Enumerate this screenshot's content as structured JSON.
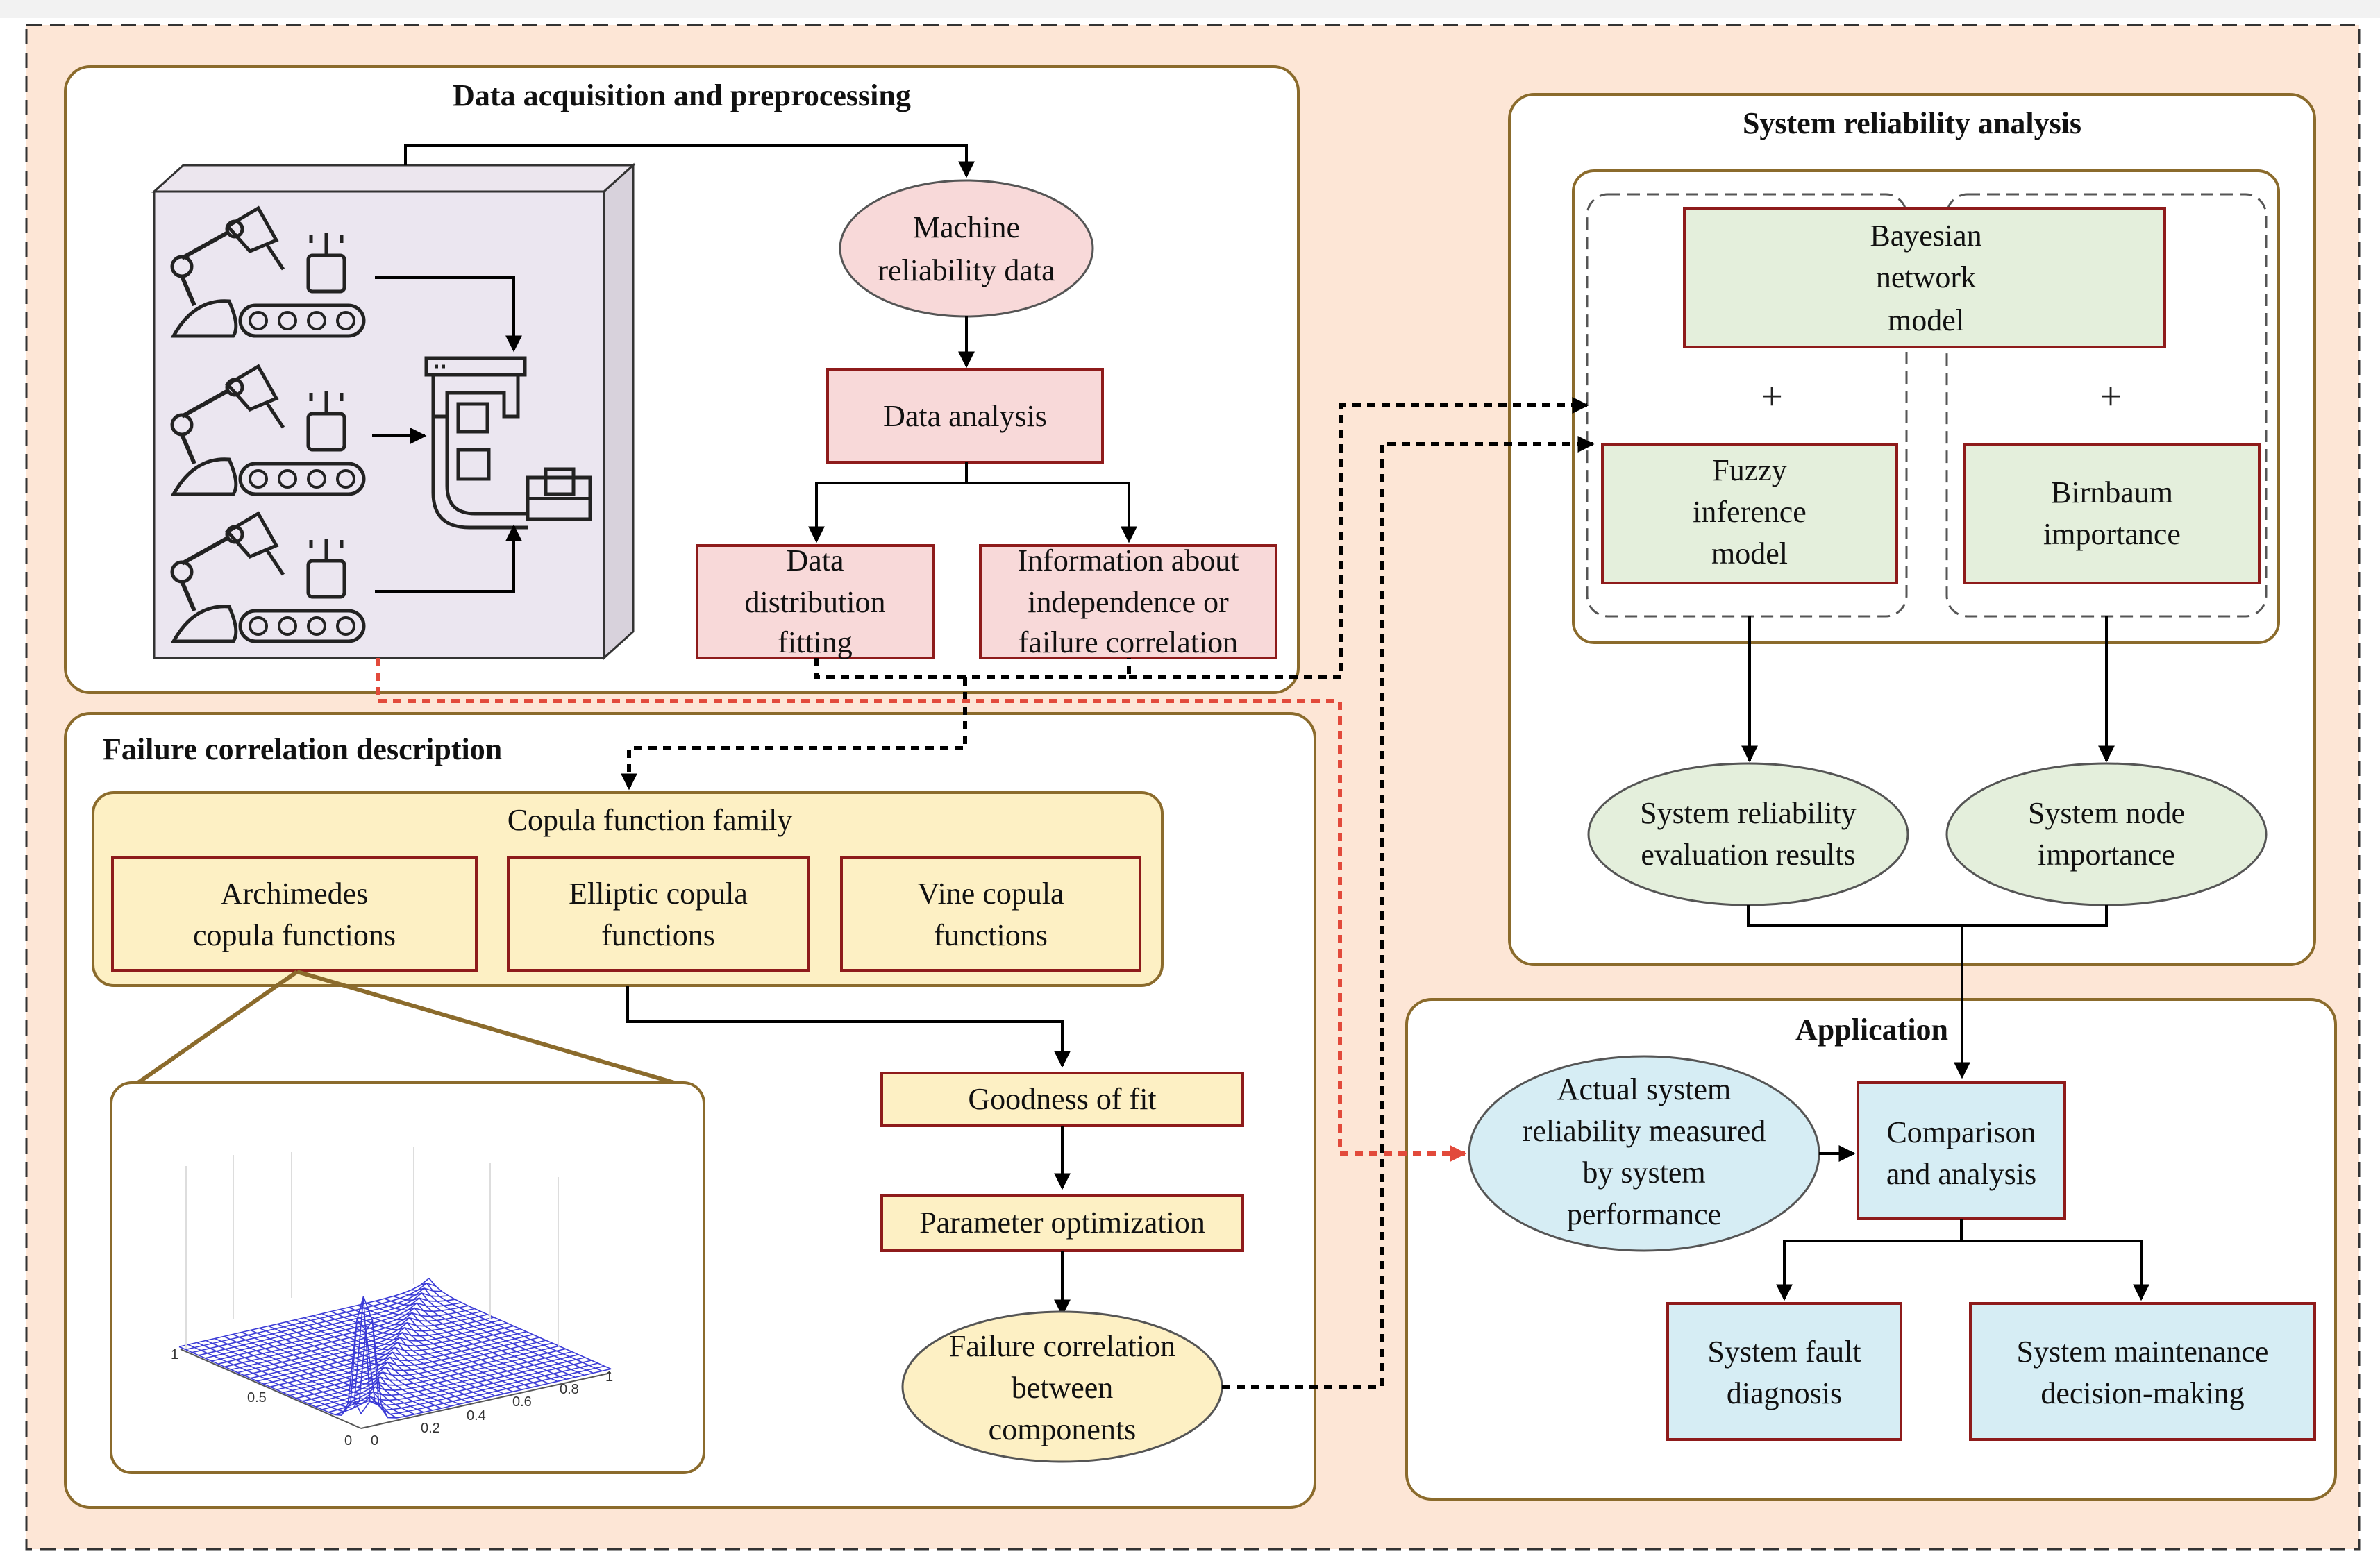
{
  "colors": {
    "background": "#fde6d6",
    "panel_border": "#8b6b2c",
    "pink_fill": "#f8d9d9",
    "green_fill": "#e4efdc",
    "yellow_fill": "#fdf0c4",
    "blue_fill": "#d6edf4",
    "box_border": "#8e1b1b",
    "red_dashed": "#e24a3b"
  },
  "panels": {
    "acquisition": {
      "title": "Data acquisition and preprocessing"
    },
    "reliability": {
      "title": "System reliability analysis"
    },
    "correlation": {
      "title": "Failure correlation description"
    },
    "application": {
      "title": "Application"
    }
  },
  "nodes": {
    "machine_data": [
      "Machine",
      "reliability data"
    ],
    "data_analysis": [
      "Data analysis"
    ],
    "distribution_fitting": [
      "Data",
      "distribution",
      "fitting"
    ],
    "independence_info": [
      "Information about",
      "independence or",
      "failure correlation"
    ],
    "copula_family": [
      "Copula function family"
    ],
    "archimedes": [
      "Archimedes",
      "copula functions"
    ],
    "elliptic": [
      "Elliptic copula",
      "functions"
    ],
    "vine": [
      "Vine copula",
      "functions"
    ],
    "goodness_of_fit": [
      "Goodness of fit"
    ],
    "parameter_optimization": [
      "Parameter optimization"
    ],
    "failure_correlation": [
      "Failure correlation",
      "between",
      "components"
    ],
    "bayesian": [
      "Bayesian",
      "network",
      "model"
    ],
    "fuzzy": [
      "Fuzzy",
      "inference",
      "model"
    ],
    "birnbaum": [
      "Birnbaum",
      "importance"
    ],
    "plus_left": [
      "+"
    ],
    "plus_right": [
      "+"
    ],
    "reliability_results": [
      "System reliability",
      "evaluation results"
    ],
    "node_importance": [
      "System node",
      "importance"
    ],
    "actual_reliability": [
      "Actual system",
      "reliability measured",
      "by system",
      "performance"
    ],
    "comparison": [
      "Comparison",
      "and analysis"
    ],
    "fault_diagnosis": [
      "System fault",
      "diagnosis"
    ],
    "maintenance": [
      "System maintenance",
      "decision-making"
    ]
  },
  "plot_ticks": {
    "left_axis": [
      "1",
      "0.5",
      "0"
    ],
    "right_axis": [
      "0",
      "0.2",
      "0.4",
      "0.6",
      "0.8",
      "1"
    ]
  },
  "icons": [
    "robot-arm-icon",
    "conveyor-icon",
    "factory-machine-icon"
  ]
}
